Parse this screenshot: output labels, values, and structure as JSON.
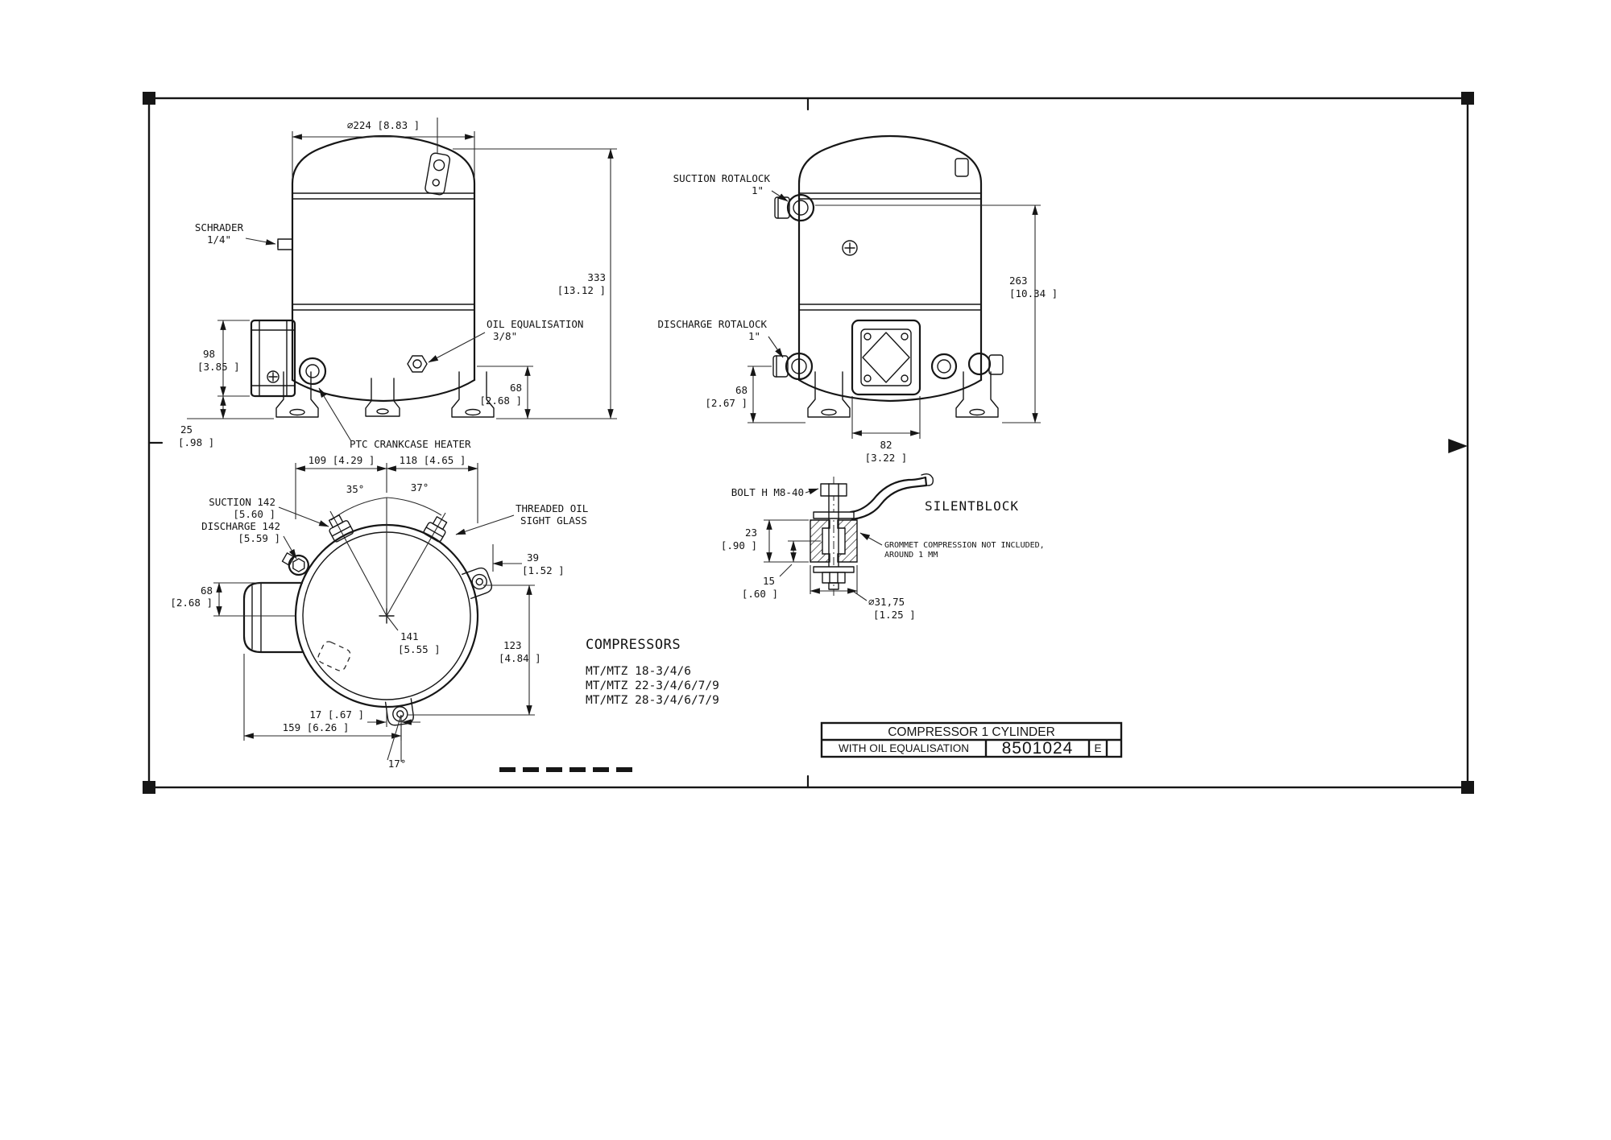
{
  "front_view": {
    "dia": "∅224  [8.83 ]",
    "schrader1": "SCHRADER",
    "schrader2": "1/4\"",
    "h333": "333",
    "h333b": "[13.12 ]",
    "oileq1": "OIL EQUALISATION",
    "oileq2": "3/8\"",
    "d98": "98",
    "d98b": "[3.85 ]",
    "d68": "68",
    "d68b": "[2.68 ]",
    "d25": "25",
    "d25b": "[.98 ]",
    "ptc": "PTC CRANKCASE HEATER"
  },
  "side_view": {
    "suction1": "SUCTION ROTALOCK",
    "suction2": "1\"",
    "discharge1": "DISCHARGE ROTALOCK",
    "discharge2": "1\"",
    "d263": "263",
    "d263b": "[10.34 ]",
    "d68": "68",
    "d68b": "[2.67 ]",
    "d82": "82",
    "d82b": "[3.22 ]"
  },
  "top_view": {
    "d109": "109  [4.29 ]",
    "d118": "118  [4.65 ]",
    "a35": "35°",
    "a37": "37°",
    "suction1": "SUCTION  142",
    "suction2": "[5.60 ]",
    "discharge1": "DISCHARGE  142",
    "discharge2": "[5.59 ]",
    "sight1": "THREADED OIL",
    "sight2": "SIGHT GLASS",
    "d39": "39",
    "d39b": "[1.52 ]",
    "d68": "68",
    "d68b": "[2.68 ]",
    "d141": "141",
    "d141b": "[5.55 ]",
    "d123": "123",
    "d123b": "[4.84 ]",
    "d17": "17  [.67 ]",
    "d159": "159  [6.26 ]",
    "a17": "17°"
  },
  "silentblock": {
    "bolt": "BOLT H M8-40",
    "title": "SILENTBLOCK",
    "d23": "23",
    "d23b": "[.90 ]",
    "d15": "15",
    "d15b": "[.60 ]",
    "dia": "∅31,75",
    "diab": "[1.25 ]",
    "note1": "GROMMET COMPRESSION NOT INCLUDED,",
    "note2": "AROUND 1 MM"
  },
  "compressors": {
    "heading": "COMPRESSORS",
    "models": [
      "MT/MTZ 18-3/4/6",
      "MT/MTZ 22-3/4/6/7/9",
      "MT/MTZ 28-3/4/6/7/9"
    ]
  },
  "title_block": {
    "title": "COMPRESSOR 1 CYLINDER",
    "subtitle": "WITH OIL EQUALISATION",
    "number": "8501024",
    "revision": "E"
  }
}
